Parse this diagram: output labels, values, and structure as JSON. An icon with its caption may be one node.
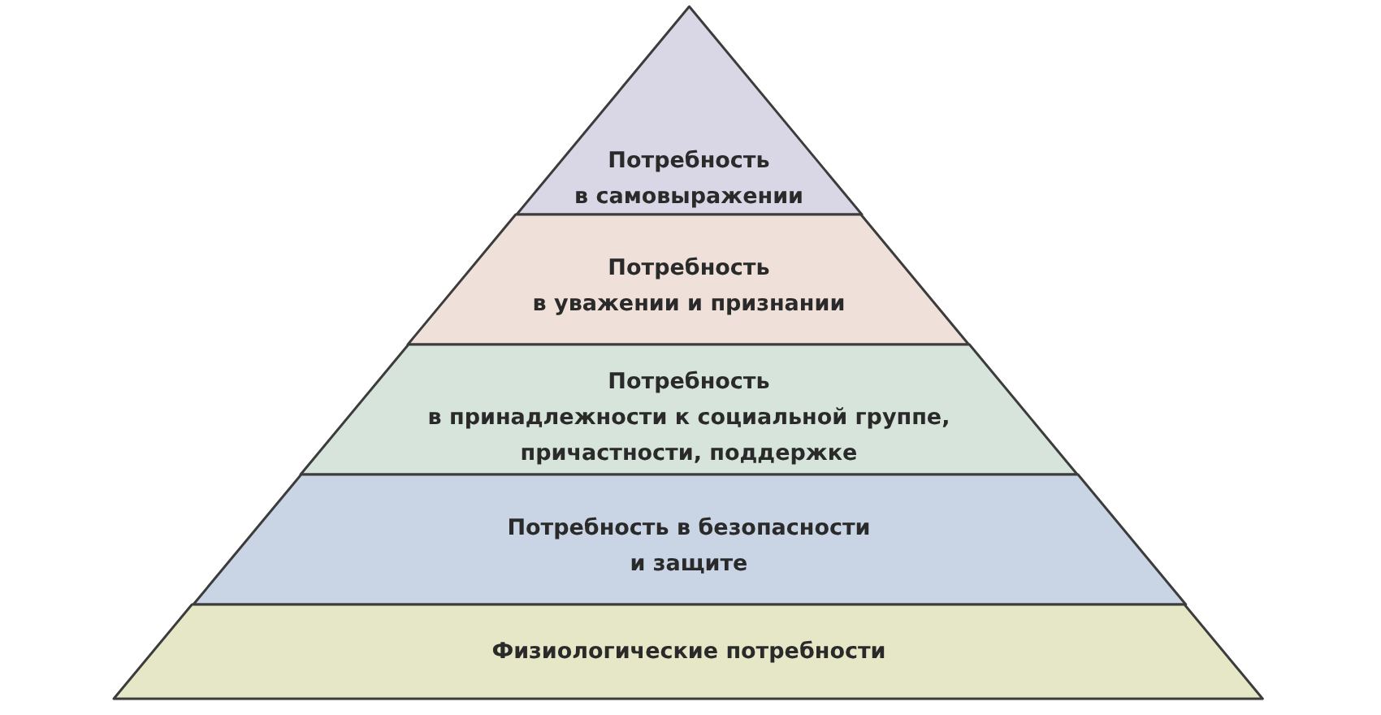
{
  "diagram": {
    "nodes": [
      {
        "text": [
          "Потребность в самовыражении"
        ]
      },
      {
        "text": [
          "Потребность в уважении и признании"
        ]
      },
      {
        "text": [
          "Потребность в принадлежности к социальной группе, причастности, поддержке"
        ]
      },
      {
        "text": [
          "Потребность в безопасности и защите"
        ]
      },
      {
        "text": [
          "Физиологические потребности"
        ]
      }
    ]
  }
}
